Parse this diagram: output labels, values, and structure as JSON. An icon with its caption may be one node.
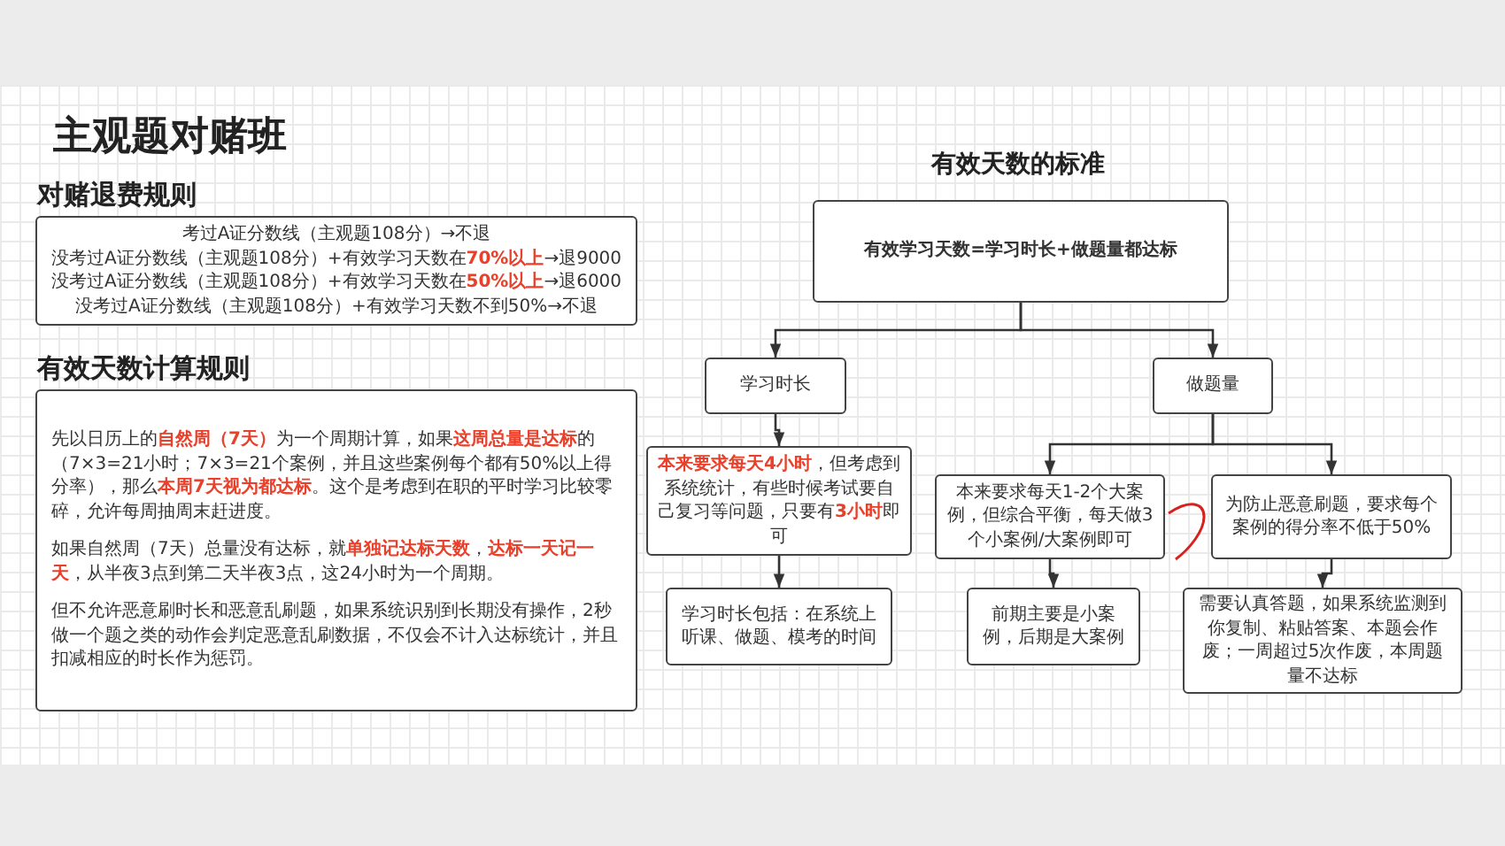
{
  "diagram": {
    "title": "主观题对赌班",
    "nodes": [
      {
        "text": [
          "对赌退费规则",
          "考过A证分数线（主观题108分）→不退",
          "没考过A证分数线（主观题108分）+有效学习天数在**70%以上**→退9000",
          "没考过A证分数线（主观题108分）+有效学习天数在**50%以上**→退6000",
          "没考过A证分数线（主观题108分）+有效学习天数不到50%→不退"
        ]
      },
      {
        "text": [
          "有效天数计算规则",
          "先以日历上的**自然周（7天）**为一个周期计算，如果**这周总量是达标**的（7×3=21小时；7×3=21个案例，并且这些案例每个都有50%以上得分率），那么**本周7天视为都达标**。这个是考虑到在职的平时学习比较零碎，允许每周抽周末赶进度。",
          "如果自然周（7天）总量没有达标，就**单独记达标天数**，**达标一天记一天**，从半夜3点到第二天半夜3点，这24小时为一个周期。",
          "但不允许恶意刷时长和恶意乱刷题，如果系统识别到长期没有操作，2秒做一个题之类的动作会判定恶意乱刷数据，不仅会不计入达标统计，并且扣减相应的时长作为惩罚。"
        ]
      },
      {
        "text": [
          "有效学习天数=学习时长+做题量都达标"
        ]
      },
      {
        "text": [
          "学习时长"
        ]
      },
      {
        "text": [
          "做题量"
        ]
      },
      {
        "text": [
          "**本来要求每天4小时**，但考虑到系统统计，有些时候考试要自己复习等问题，只要有**3小时**即可"
        ]
      },
      {
        "text": [
          "学习时长包括：在系统上听课、做题、模考的时间"
        ]
      },
      {
        "text": [
          "本来要求每天1-2个大案例，但综合平衡，每天做3个小案例/大案例即可"
        ]
      },
      {
        "text": [
          "为防止恶意刷题，要求每个案例的得分率不低于50%"
        ]
      },
      {
        "text": [
          "前期主要是小案例，后期是大案例"
        ]
      },
      {
        "text": [
          "需要认真答题，如果系统监测到你复制、粘贴答案、本题会作废；一周超过5次作废，本周题量不达标"
        ]
      }
    ],
    "edges": [
      {
        "from": 2,
        "to": 3,
        "arrow": "to"
      },
      {
        "from": 2,
        "to": 4,
        "arrow": "to"
      },
      {
        "from": 3,
        "to": 5,
        "arrow": "to"
      },
      {
        "from": 5,
        "to": 6,
        "arrow": "to"
      },
      {
        "from": 4,
        "to": 7,
        "arrow": "to"
      },
      {
        "from": 4,
        "to": 8,
        "arrow": "to"
      },
      {
        "from": 7,
        "to": 9,
        "arrow": "to"
      },
      {
        "from": 8,
        "to": 10,
        "arrow": "to"
      }
    ],
    "labels": [
      "有效天数的标准"
    ]
  }
}
